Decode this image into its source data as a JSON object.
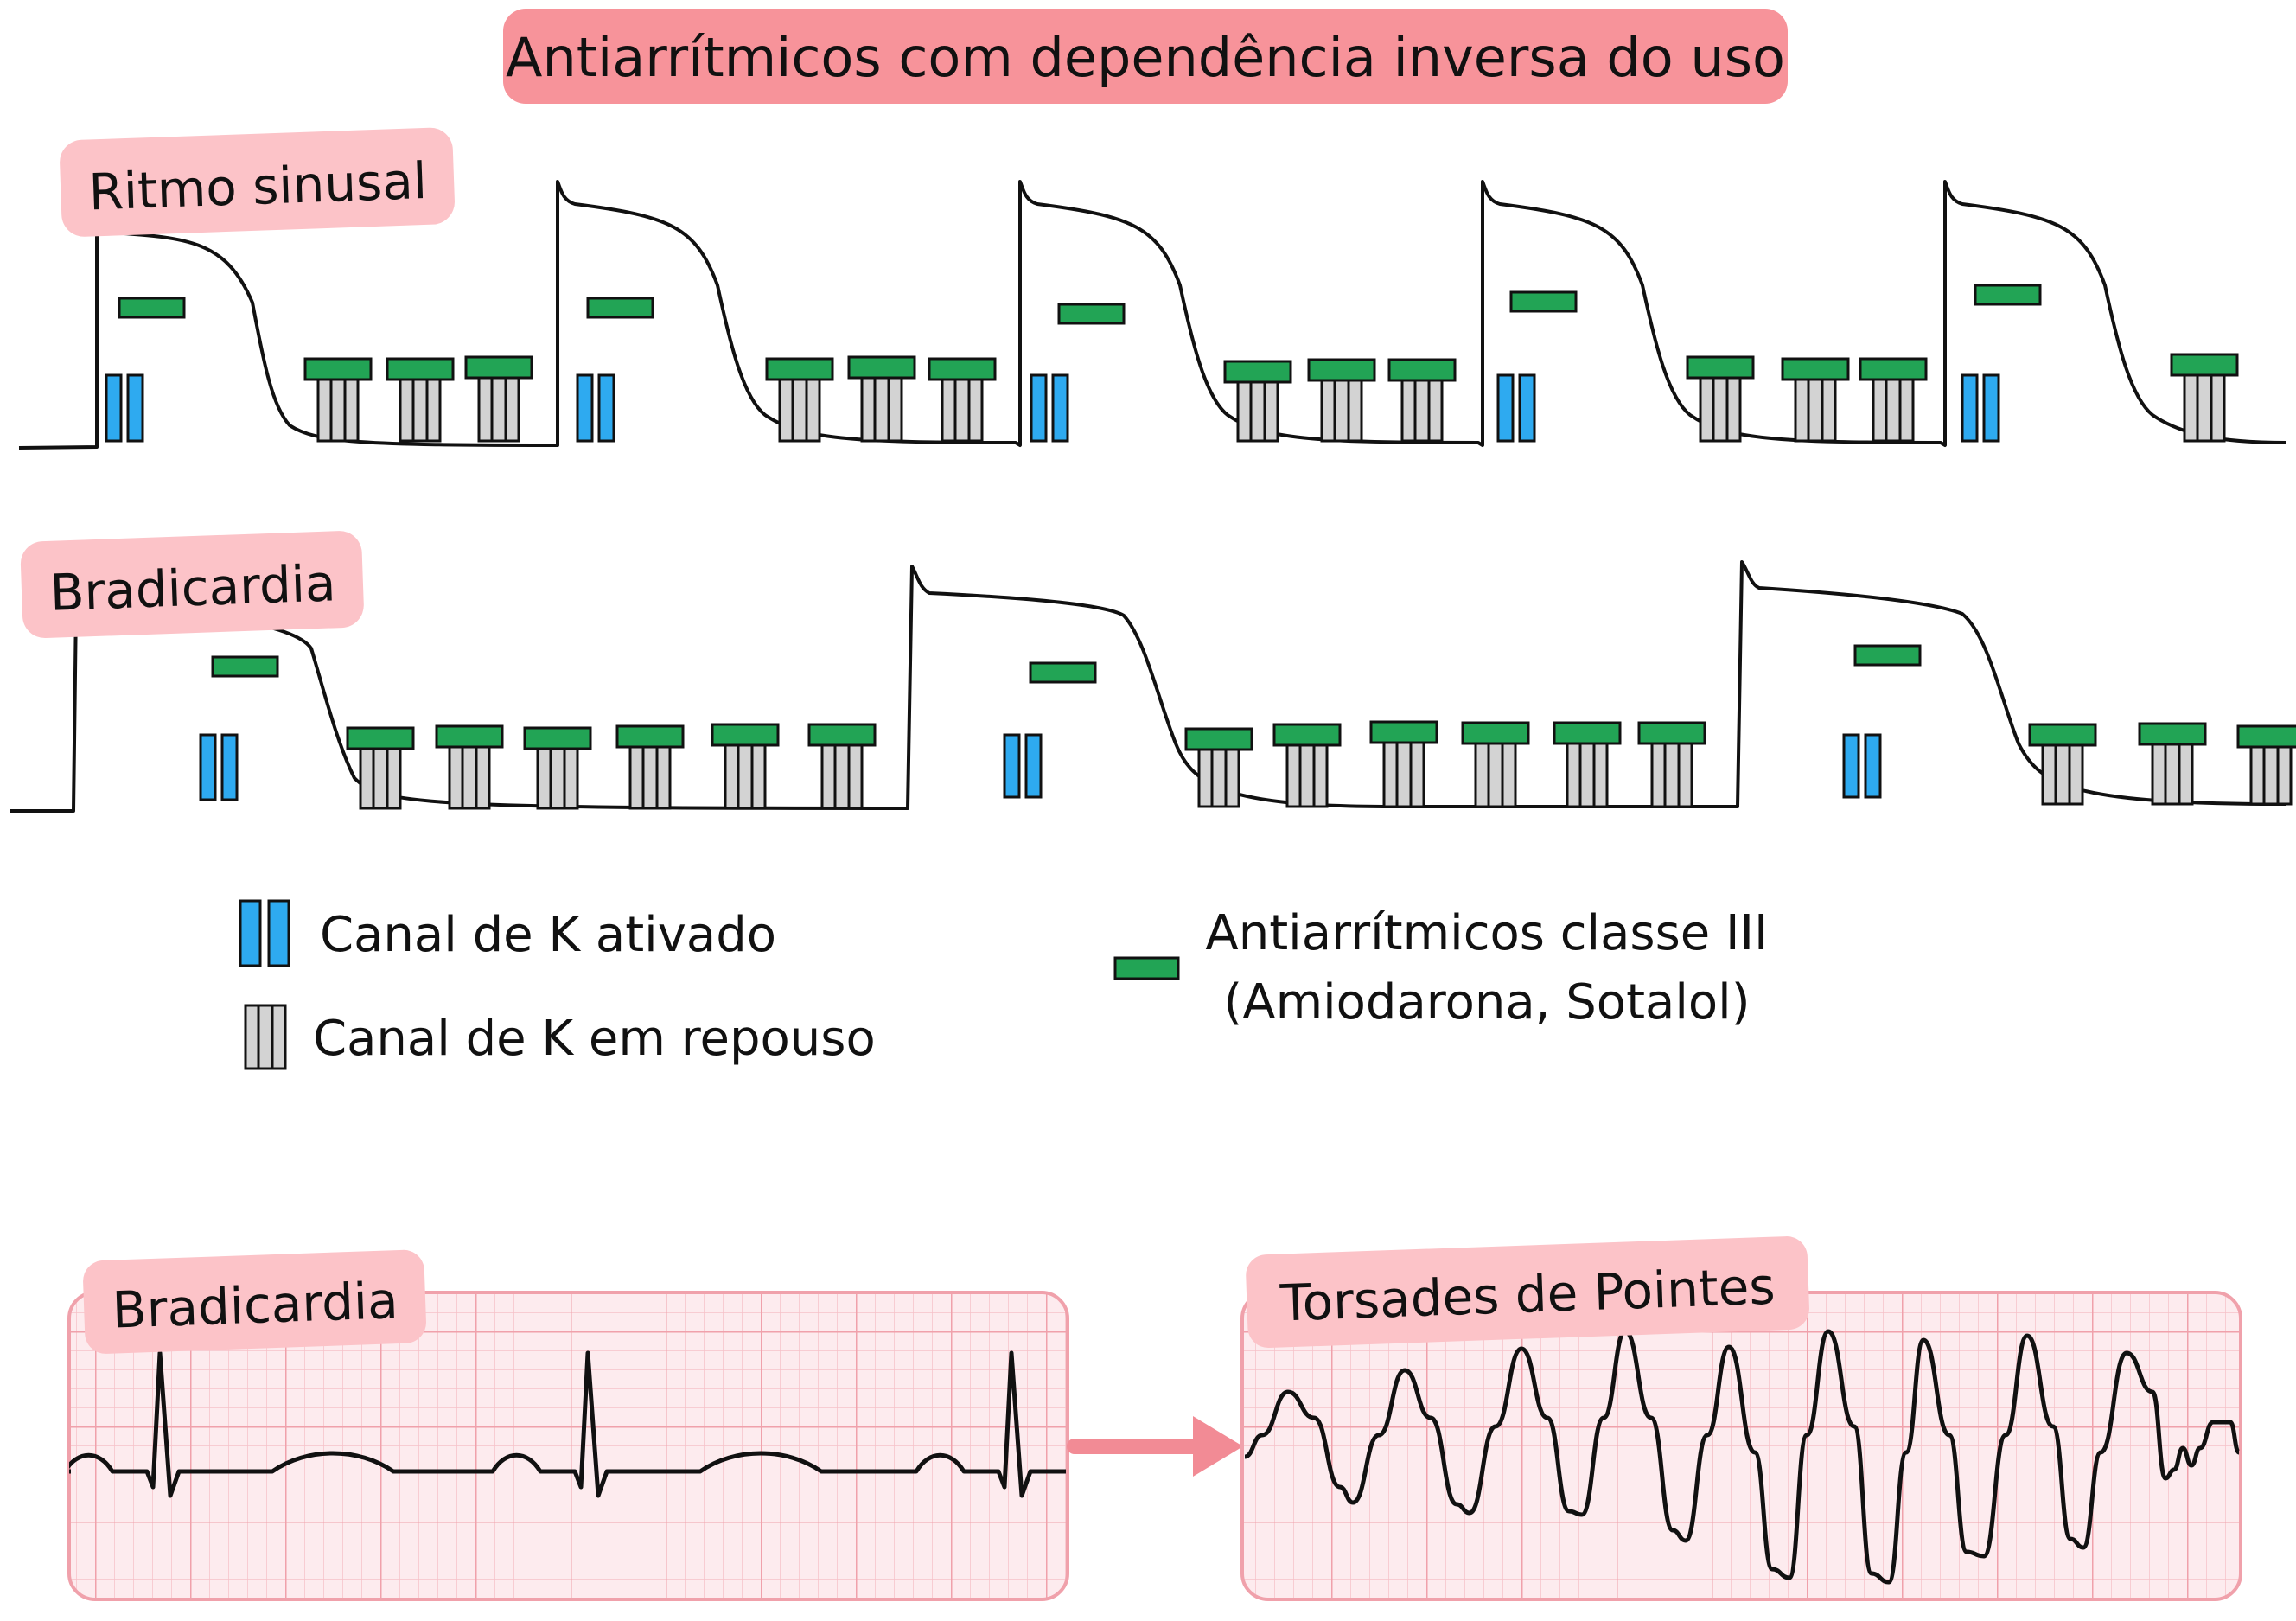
{
  "title": "Antiarrítmicos com dependência inversa do uso",
  "rows": {
    "sinus_label": "Ritmo sinusal",
    "brady_label": "Bradicardia"
  },
  "legend": {
    "activated": "Canal de K ativado",
    "resting": "Canal de K em repouso",
    "drug_line1": "Antiarrítmicos classe III",
    "drug_line2": "(Amiodarona, Sotalol)"
  },
  "ecg": {
    "brady_label": "Bradicardia",
    "torsades_label": "Torsades de Pointes"
  },
  "colors": {
    "title_bg": "#f7939a",
    "label_bg": "#fcc3c8",
    "activated_channel": "#2eaaf0",
    "resting_channel": "#d3d3d3",
    "drug_block": "#22a455",
    "ecg_grid_bg": "#fdebee",
    "ecg_grid_line": "#f3a9b2",
    "arrow": "#f28b95"
  },
  "icons": {
    "activated": "blue-double-bar-icon",
    "resting": "gray-triple-bar-icon",
    "drug": "green-block-icon",
    "arrow": "arrow-right-icon"
  }
}
